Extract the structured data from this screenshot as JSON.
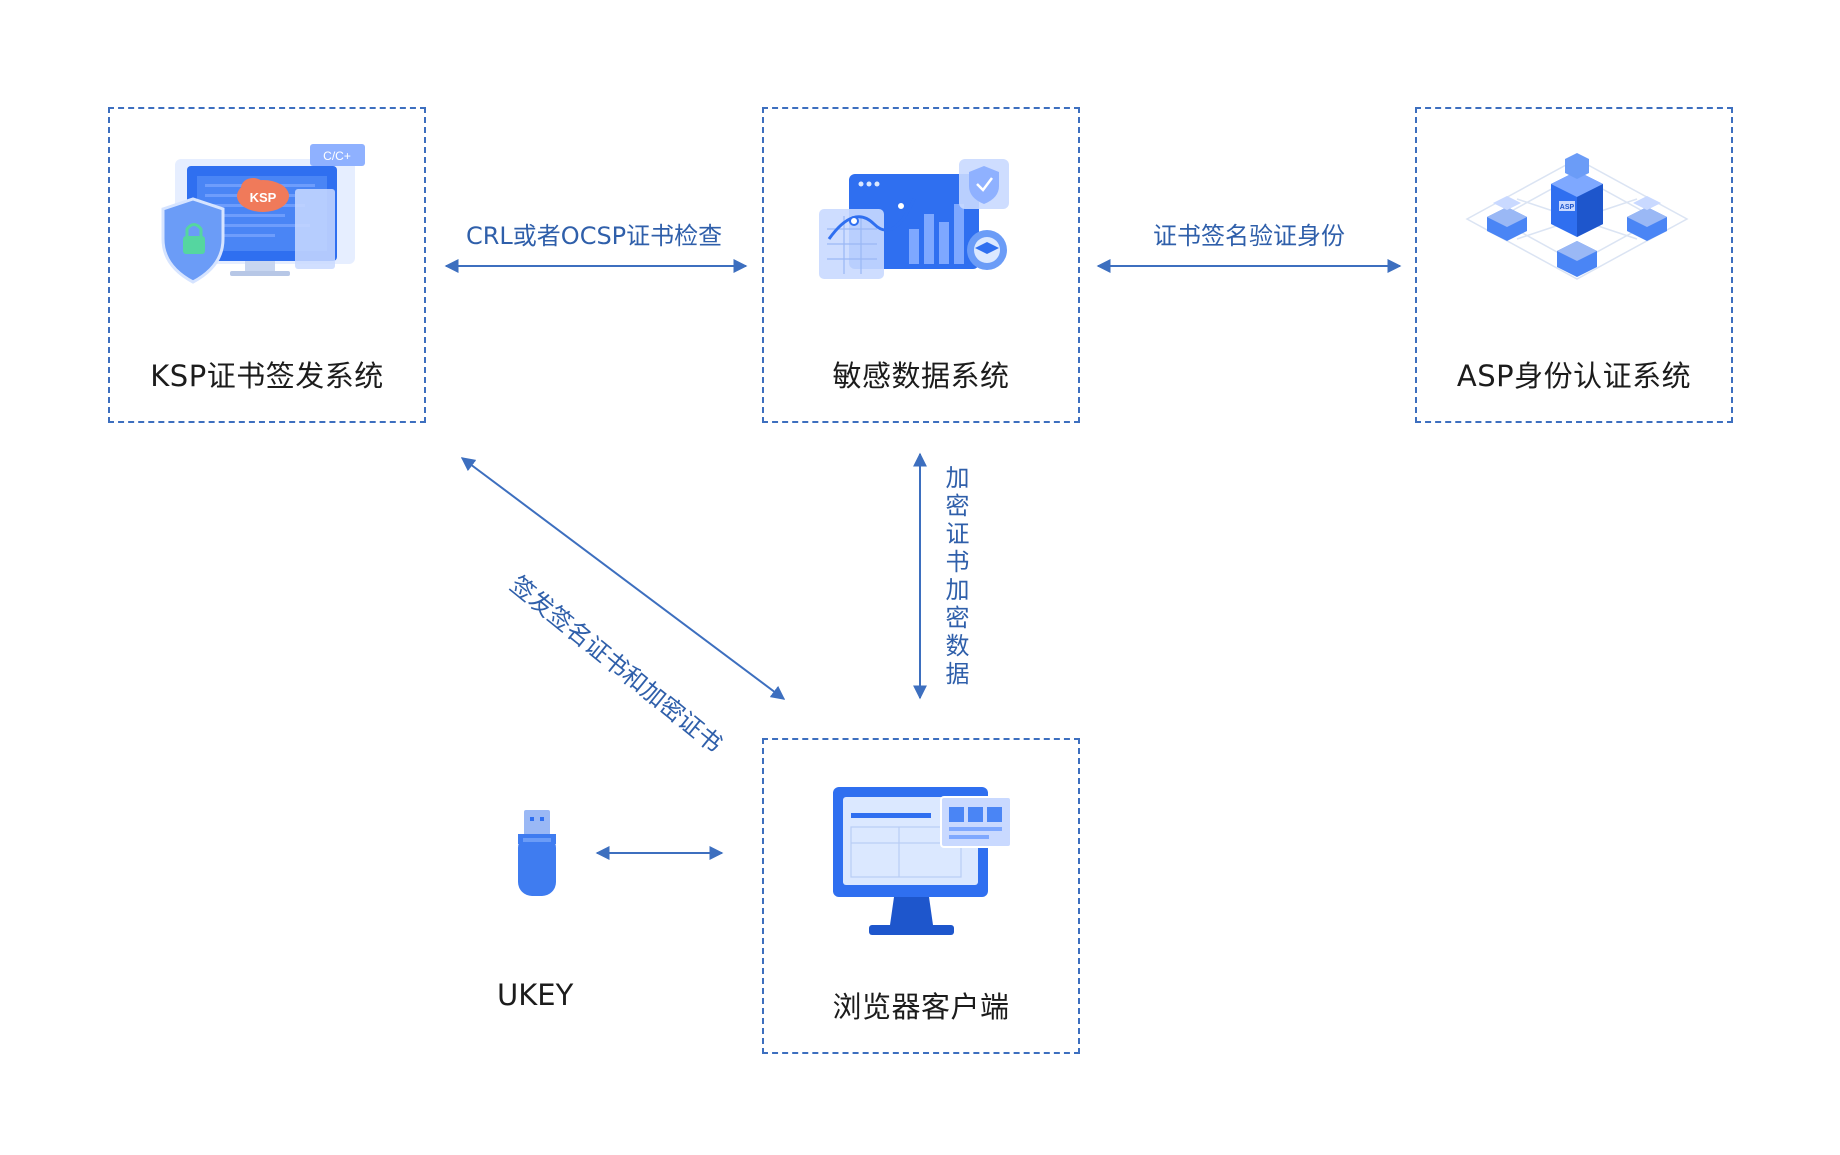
{
  "nodes": {
    "ksp": {
      "label": "KSP证书签发系统",
      "icon_name": "ksp-monitor-icon",
      "badge_text": "KSP",
      "tag_text": "C/C+"
    },
    "sensitive": {
      "label": "敏感数据系统",
      "icon_name": "dashboard-chart-icon"
    },
    "asp": {
      "label": "ASP身份认证系统",
      "icon_name": "asp-server-cubes-icon",
      "badge_text": "ASP"
    },
    "browser": {
      "label": "浏览器客户端",
      "icon_name": "browser-monitor-icon"
    },
    "ukey": {
      "label": "UKEY",
      "icon_name": "usb-key-icon"
    }
  },
  "edges": {
    "ksp_sensitive": {
      "label": "CRL或者OCSP证书检查"
    },
    "sensitive_asp": {
      "label": "证书签名验证身份"
    },
    "ksp_browser": {
      "label": "签发签名证书和加密证书"
    },
    "sensitive_browser": {
      "label": "加密证书加密数据"
    }
  },
  "colors": {
    "border": "#3d6fbf",
    "arrow": "#3d6fbf",
    "edge_text": "#2f5faa",
    "node_text": "#1c1c1c",
    "icon_blue": "#2f6ff0",
    "icon_light": "#dbe8ff",
    "badge_orange": "#f07a5a"
  }
}
